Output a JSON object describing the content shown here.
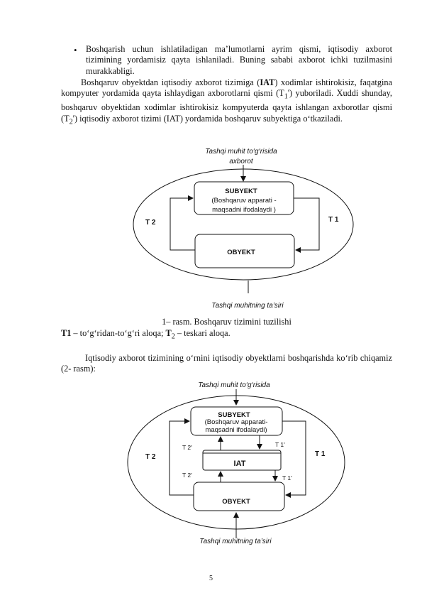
{
  "bullet_text": "Boshqarish uchun ishlatiladigan ma’lumotlarni ayrim qismi, iqtisodiy axborot tizimining yordamisiz qayta ishlaniladi. Buning sababi axborot ichki tuzilmasini murakkabligi.",
  "para1": {
    "a": "Boshqaruv obyektdan iqtisodiy axborot tizimiga (",
    "iat": "IAT",
    "b": ") xodimlar ishtirokisiz, faqatgina kompyuter yordamida qayta ishlaydigan axborotlarni qismi (T",
    "sub1": "1",
    "c": "') yuboriladi. Xuddi shunday, boshqaruv obyektidan xodimlar ishtirokisiz kompyuterda qayta ishlangan axborotlar qismi (T",
    "sub2": "2",
    "d": "') iqtisodiy axborot tizimi (IAT) yordamida boshqaruv subyektiga o‘tkaziladi."
  },
  "fig1": {
    "top_label_1": "Tashqi muhit to‘g‘risida",
    "top_label_2": "axborot",
    "subyekt_title": "SUBYEKT",
    "subyekt_line1": "(Boshqaruv apparati -",
    "subyekt_line2": "maqsadni ifodalaydi )",
    "obyekt": "OBYEKT",
    "t2": "T 2",
    "t1": "T 1",
    "bottom_label": "Tashqi muhitning ta’siri"
  },
  "caption1": "1– rasm. Boshqaruv tizimini tuzilishi",
  "legend": {
    "t1": "T1",
    "t1_text": " – to‘g‘ridan-to‘g‘ri aloqa;  ",
    "t2": "T",
    "t2_sub": "2",
    "t2_text": " – teskari aloqa."
  },
  "para2": "Iqtisodiy axborot tizimining o‘rnini iqtisodiy obyektlarni boshqarishda ko‘rib chiqamiz (2- rasm):",
  "fig2": {
    "top_label": "Tashqi muhit to‘g‘risida",
    "subyekt_title": "SUBYEKT",
    "subyekt_line1": "(Boshqaruv apparati-",
    "subyekt_line2": "maqsadni ifodalaydi)",
    "iat": "IAT",
    "obyekt": "OBYEKT",
    "t2": "T 2",
    "t1": "T 1",
    "t2p_top": "T 2'",
    "t1p_top": "T 1'",
    "t2p_bottom": "T 2'",
    "t1p_bottom": "T 1'",
    "bottom_label": "Tashqi muhitning ta’siri"
  },
  "page_number": "5"
}
